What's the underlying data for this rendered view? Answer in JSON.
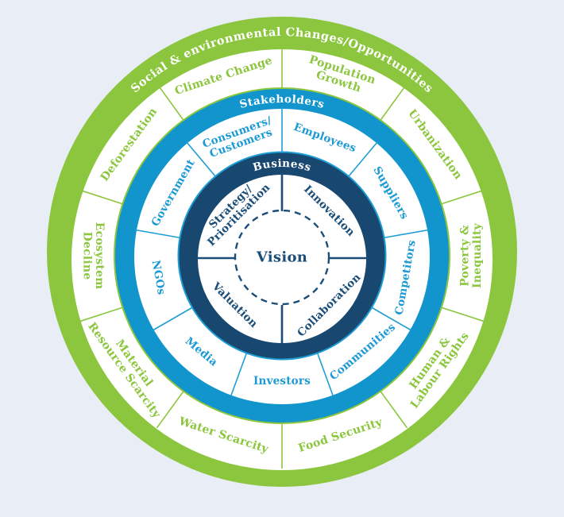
{
  "page": {
    "background_color": "#E9EEF6"
  },
  "diagram": {
    "center": {
      "label": "Vision",
      "text_color": "#1A4E79",
      "dashed_circle_color": "#1A4E79"
    },
    "rings": [
      {
        "id": "changes",
        "title": "Social & environmental Changes/Opportunities",
        "band_color": "#8CC63E",
        "title_color": "#FFFFFF",
        "text_color": "#8CC63E",
        "divider_color": "#8CC63E",
        "outline_color": "",
        "segments": [
          {
            "label": "Population Growth",
            "lines": [
              "Population",
              "Growth"
            ],
            "angle": 18
          },
          {
            "label": "Urbanization",
            "lines": [
              "Urbanization"
            ],
            "angle": 54
          },
          {
            "label": "Poverty & Inequality",
            "lines": [
              "Poverty &",
              "Inequality"
            ],
            "angle": 90
          },
          {
            "label": "Human & Labour Rights",
            "lines": [
              "Human &",
              "Labour Rights"
            ],
            "angle": 126
          },
          {
            "label": "Food Security",
            "lines": [
              "Food Security"
            ],
            "angle": 162
          },
          {
            "label": "Water Scarcity",
            "lines": [
              "Water Scarcity"
            ],
            "angle": 198
          },
          {
            "label": "Material Resource Scarcity",
            "lines": [
              "Material",
              "Resource Scarcity"
            ],
            "angle": 234
          },
          {
            "label": "Ecosystem Decline",
            "lines": [
              "Ecosystem",
              "Decline"
            ],
            "angle": 270
          },
          {
            "label": "Deforestation",
            "lines": [
              "Deforestation"
            ],
            "angle": 306
          },
          {
            "label": "Climate Change",
            "lines": [
              "Climate Change"
            ],
            "angle": 342
          }
        ]
      },
      {
        "id": "stakeholders",
        "title": "Stakeholders",
        "band_color": "#1295CD",
        "title_color": "#FFFFFF",
        "text_color": "#1B9AD3",
        "divider_color": "#1E9DD5",
        "outline_color": "#8CC63E",
        "segments": [
          {
            "label": "Employees",
            "lines": [
              "Employees"
            ],
            "angle": 20
          },
          {
            "label": "Suppliers",
            "lines": [
              "Suppliers"
            ],
            "angle": 60
          },
          {
            "label": "Competitors",
            "lines": [
              "Competitors"
            ],
            "angle": 100
          },
          {
            "label": "Communities",
            "lines": [
              "Communities"
            ],
            "angle": 140
          },
          {
            "label": "Investors",
            "lines": [
              "Investors"
            ],
            "angle": 180
          },
          {
            "label": "Media",
            "lines": [
              "Media"
            ],
            "angle": 220
          },
          {
            "label": "NGOs",
            "lines": [
              "NGOs"
            ],
            "angle": 260
          },
          {
            "label": "Government",
            "lines": [
              "Government"
            ],
            "angle": 300
          },
          {
            "label": "Consumers/Customers",
            "lines": [
              "Consumers/",
              "Customers"
            ],
            "angle": 340
          }
        ]
      },
      {
        "id": "business",
        "title": "Business",
        "band_color": "#18486F",
        "title_color": "#FFFFFF",
        "text_color": "#1A4E79",
        "divider_color": "#1A4E79",
        "outline_color": "#1E9DD5",
        "segments": [
          {
            "label": "Innovation",
            "lines": [
              "Innovation"
            ],
            "angle": 45
          },
          {
            "label": "Collaboration",
            "lines": [
              "Collaboration"
            ],
            "angle": 135
          },
          {
            "label": "Valuation",
            "lines": [
              "Valuation"
            ],
            "angle": 225
          },
          {
            "label": "Strategy/Prioritisation",
            "lines": [
              "Strategy/",
              "Prioritisation"
            ],
            "angle": 315
          }
        ]
      }
    ]
  }
}
